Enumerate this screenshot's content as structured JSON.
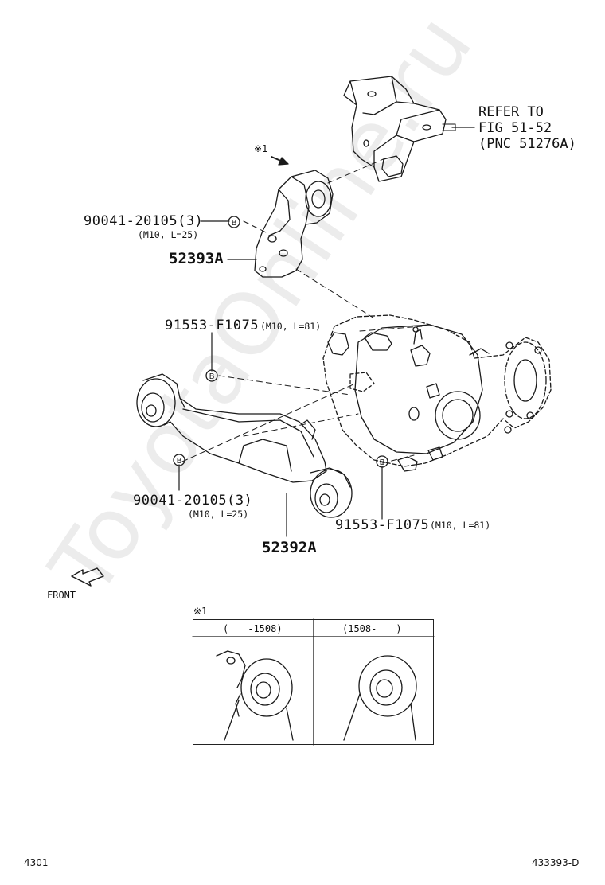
{
  "watermark": "ToyotaOnline.ru",
  "refer": {
    "line1": "REFER TO",
    "line2": "FIG 51-52",
    "line3": "(PNC 51276A)"
  },
  "callouts": {
    "note_mark": "※1",
    "bolt_upper": {
      "part": "90041-20105(3)",
      "spec": "(M10, L=25)",
      "marker": "B"
    },
    "bracket_upper": {
      "part": "52393A"
    },
    "bolt_mid": {
      "part": "91553-F1075",
      "spec": "(M10, L=81)",
      "marker": "B"
    },
    "bolt_lower_left": {
      "part": "90041-20105(3)",
      "spec": "(M10, L=25)",
      "marker": "B"
    },
    "bolt_lower_right": {
      "part": "91553-F1075",
      "spec": "(M10, L=81)",
      "marker": "B"
    },
    "bracket_lower": {
      "part": "52392A"
    }
  },
  "front_label": "FRONT",
  "inset": {
    "note_mark": "※1",
    "col1_header": "(　　-1508)",
    "col2_header": "(1508-　　)"
  },
  "footer": {
    "left": "4301",
    "right": "433393-D"
  }
}
